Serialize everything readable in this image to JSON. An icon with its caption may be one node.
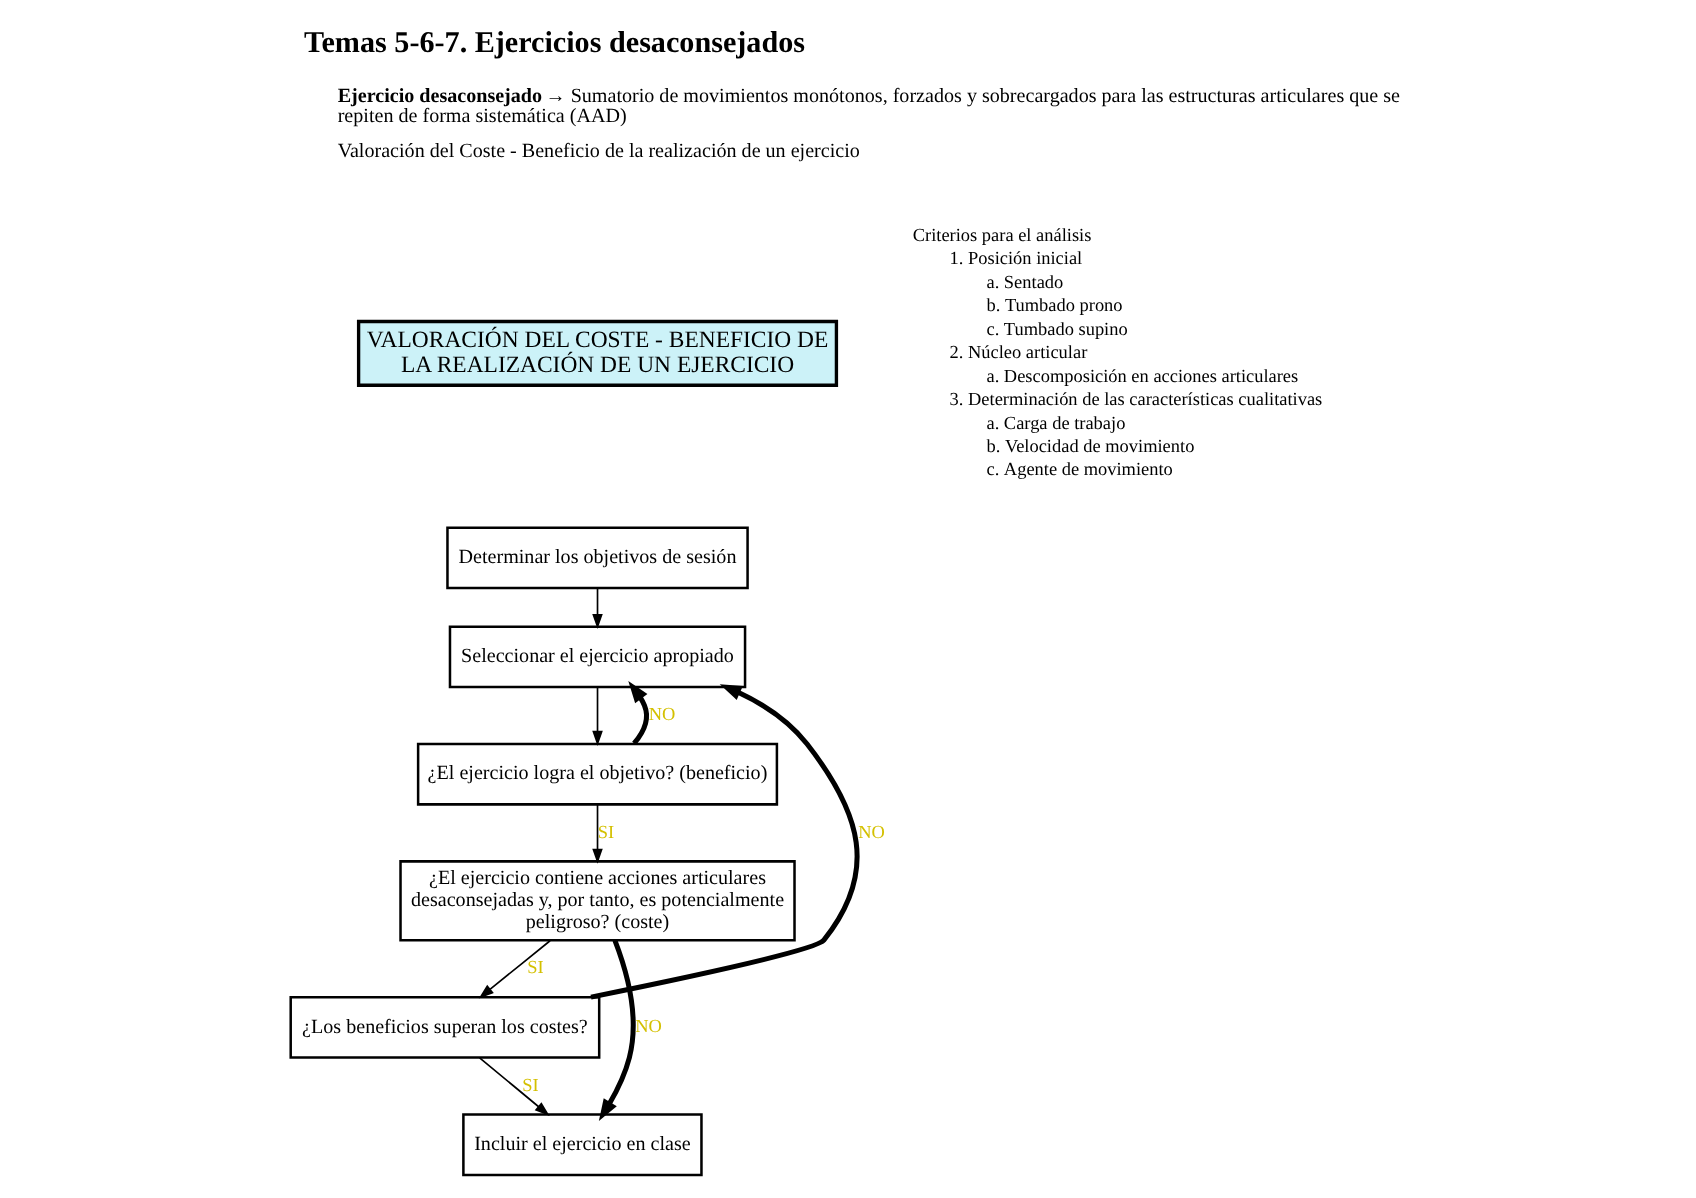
{
  "diagram": {
    "title": "Temas 5-6-7. Ejercicios desaconsejados",
    "nodes": [
      {
        "text": [
          "VALORACIÓN DEL COSTE - BENEFICIO DE LA REALIZACIÓN DE UN EJERCICIO"
        ]
      },
      {
        "text": [
          "Determinar los objetivos de sesión"
        ]
      },
      {
        "text": [
          "Seleccionar el ejercicio apropiado"
        ]
      },
      {
        "text": [
          "¿El ejercicio logra el objetivo? (beneficio)"
        ]
      },
      {
        "text": [
          "¿El ejercicio contiene acciones articulares desaconsejadas y, por tanto, es potencialmente peligroso? (coste)"
        ]
      },
      {
        "text": [
          "¿Los beneficios superan los costes?"
        ]
      },
      {
        "text": [
          "Incluir el ejercicio en clase"
        ]
      }
    ],
    "edges": [
      {
        "from": 1,
        "to": 2,
        "arrow": "to"
      },
      {
        "from": 2,
        "to": 3,
        "arrow": "to"
      },
      {
        "from": 3,
        "to": 2,
        "arrow": "to",
        "label": "NO",
        "style": "thick"
      },
      {
        "from": 3,
        "to": 4,
        "arrow": "to",
        "label": "SI"
      },
      {
        "from": 4,
        "to": 5,
        "arrow": "to",
        "label": "SI"
      },
      {
        "from": 5,
        "to": 6,
        "arrow": "to",
        "label": "SI"
      },
      {
        "from": 5,
        "to": 2,
        "arrow": "to",
        "label": "NO",
        "style": "thick"
      },
      {
        "from": 4,
        "to": 6,
        "arrow": "to",
        "label": "NO",
        "style": "thick"
      }
    ],
    "labels": [
      "**Ejercicio desaconsejado** → Sumatorio de movimientos monótonos, forzados y sobrecargados para las estructuras articulares que se repiten de forma sistemática (AAD)",
      "Valoración del Coste - Beneficio de la realización de un ejercicio",
      "Criterios para el análisis",
      "1. Posición inicial",
      "a. Sentado",
      "b. Tumbado prono",
      "c. Tumbado supino",
      "2. Núcleo articular",
      "a. Descomposición en acciones articulares",
      "3. Determinación de las características cualitativas",
      "a. Carga de trabajo",
      "b. Velocidad de movimiento",
      "c. Agente de movimiento"
    ]
  }
}
